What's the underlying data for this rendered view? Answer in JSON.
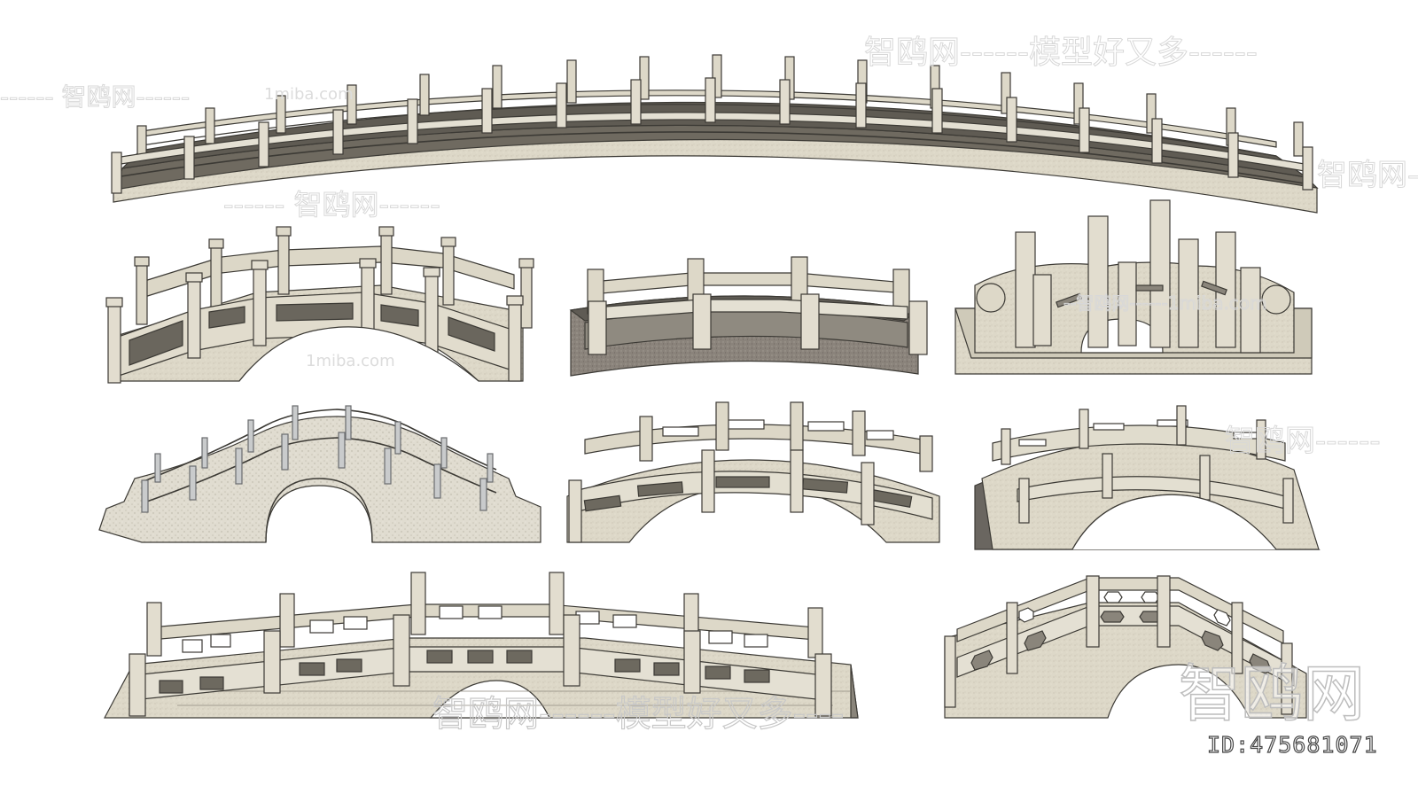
{
  "image": {
    "description": "Collection of 3D rendered stone arch bridge models",
    "background": "#ffffff",
    "stone_color": "#ddd8c8",
    "stone_shadow": "#bdb8a6",
    "deck_dark": "#6e6a62",
    "granite_base": "#8c847c",
    "outline": "#3c3a35"
  },
  "watermarks": {
    "top_right": "智鸥网------模型好又多------",
    "left": "------ 智鸥网------",
    "left_url": "1miba.com",
    "mid_left": "------ 智鸥网------",
    "right_url": "1miba.com",
    "right_mid": "--智鸥网------1miba.com",
    "mid_url": "1miba.com",
    "right_side": "智鸥网—",
    "right_side2": "智鸥网------",
    "bottom": "智鸥网------模型好又多----",
    "big": "智鸥网",
    "id": "ID:475681071"
  },
  "bridges": [
    {
      "name": "long-flat-railing-bridge",
      "position": "top"
    },
    {
      "name": "hexagonal-post-arch-bridge",
      "position": "row2-left"
    },
    {
      "name": "granite-base-railing-bridge",
      "position": "row2-center"
    },
    {
      "name": "carved-scroll-arch-bridge",
      "position": "row2-right"
    },
    {
      "name": "wavy-granite-arch-bridge",
      "position": "row3-left"
    },
    {
      "name": "paneled-railing-arch-bridge",
      "position": "row3-center"
    },
    {
      "name": "stepped-deck-arch-bridge",
      "position": "row3-right"
    },
    {
      "name": "masonry-arch-bridge",
      "position": "bottom-left"
    },
    {
      "name": "octagon-panel-stair-bridge",
      "position": "bottom-right"
    }
  ]
}
